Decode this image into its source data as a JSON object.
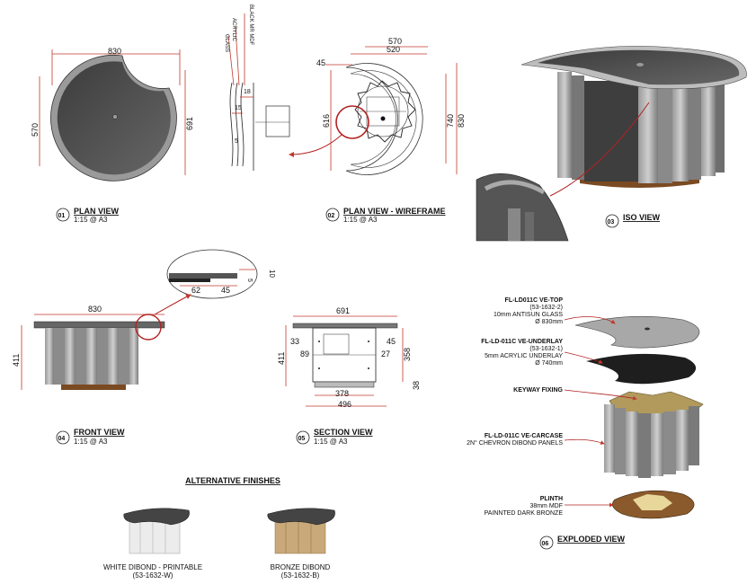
{
  "colors": {
    "dimension": "#c0392b",
    "glass": "#4a4a4a",
    "panel": "#8a8a8a",
    "bronze": "#7a4a22"
  },
  "views": [
    {
      "num": "01",
      "title": "PLAN VIEW",
      "scale": "1:15 @ A3"
    },
    {
      "num": "02",
      "title": "PLAN VIEW - WIREFRAME",
      "scale": "1:15 @ A3"
    },
    {
      "num": "03",
      "title": "ISO VIEW",
      "scale": ""
    },
    {
      "num": "04",
      "title": "FRONT VIEW",
      "scale": "1:15 @ A3"
    },
    {
      "num": "05",
      "title": "SECTION VIEW",
      "scale": "1:15 @ A3"
    },
    {
      "num": "06",
      "title": "EXPLODED VIEW",
      "scale": ""
    }
  ],
  "plan": {
    "width": "830",
    "depth": "570",
    "diag": "691"
  },
  "layers": {
    "glass": "GLASS",
    "acrylic": "ACRYLIC",
    "mdf": "BLACK MR MDF",
    "d18": "18",
    "d15": "15",
    "d5": "5"
  },
  "wireframe": {
    "w570": "570",
    "w520": "520",
    "d45": "45",
    "h616": "616",
    "h740": "740",
    "h830": "830"
  },
  "front": {
    "width": "830",
    "height": "411"
  },
  "detail": {
    "d10": "10",
    "d5": "5",
    "d62": "62",
    "d45": "45"
  },
  "section": {
    "w691": "691",
    "d33": "33",
    "d89": "89",
    "d45": "45",
    "d27": "27",
    "h411": "411",
    "h358": "358",
    "d38": "38",
    "w378": "378",
    "w496": "496"
  },
  "exploded": [
    {
      "title": "FL-LD011C VE-TOP",
      "lines": [
        "(53-1632-2)",
        "10mm ANTISUN GLASS",
        "Ø 830mm"
      ]
    },
    {
      "title": "FL-LD-011C VE-UNDERLAY",
      "lines": [
        "(53-1632-1)",
        "5mm ACRYLIC UNDERLAY",
        "Ø 740mm"
      ]
    },
    {
      "title": "KEYWAY FIXING",
      "lines": []
    },
    {
      "title": "FL-LD-011C VE-CARCASE",
      "lines": [
        "2N° CHEVRON DIBOND PANELS"
      ]
    },
    {
      "title": "PLINTH",
      "lines": [
        "38mm MDF",
        "PAINNTED DARK BRONZE"
      ]
    }
  ],
  "finishes": {
    "heading": "ALTERNATIVE FINISHES",
    "white": {
      "name": "WHITE DIBOND - PRINTABLE",
      "code": "(53-1632-W)"
    },
    "bronze": {
      "name": "BRONZE DIBOND",
      "code": "(53-1632-B)"
    }
  }
}
